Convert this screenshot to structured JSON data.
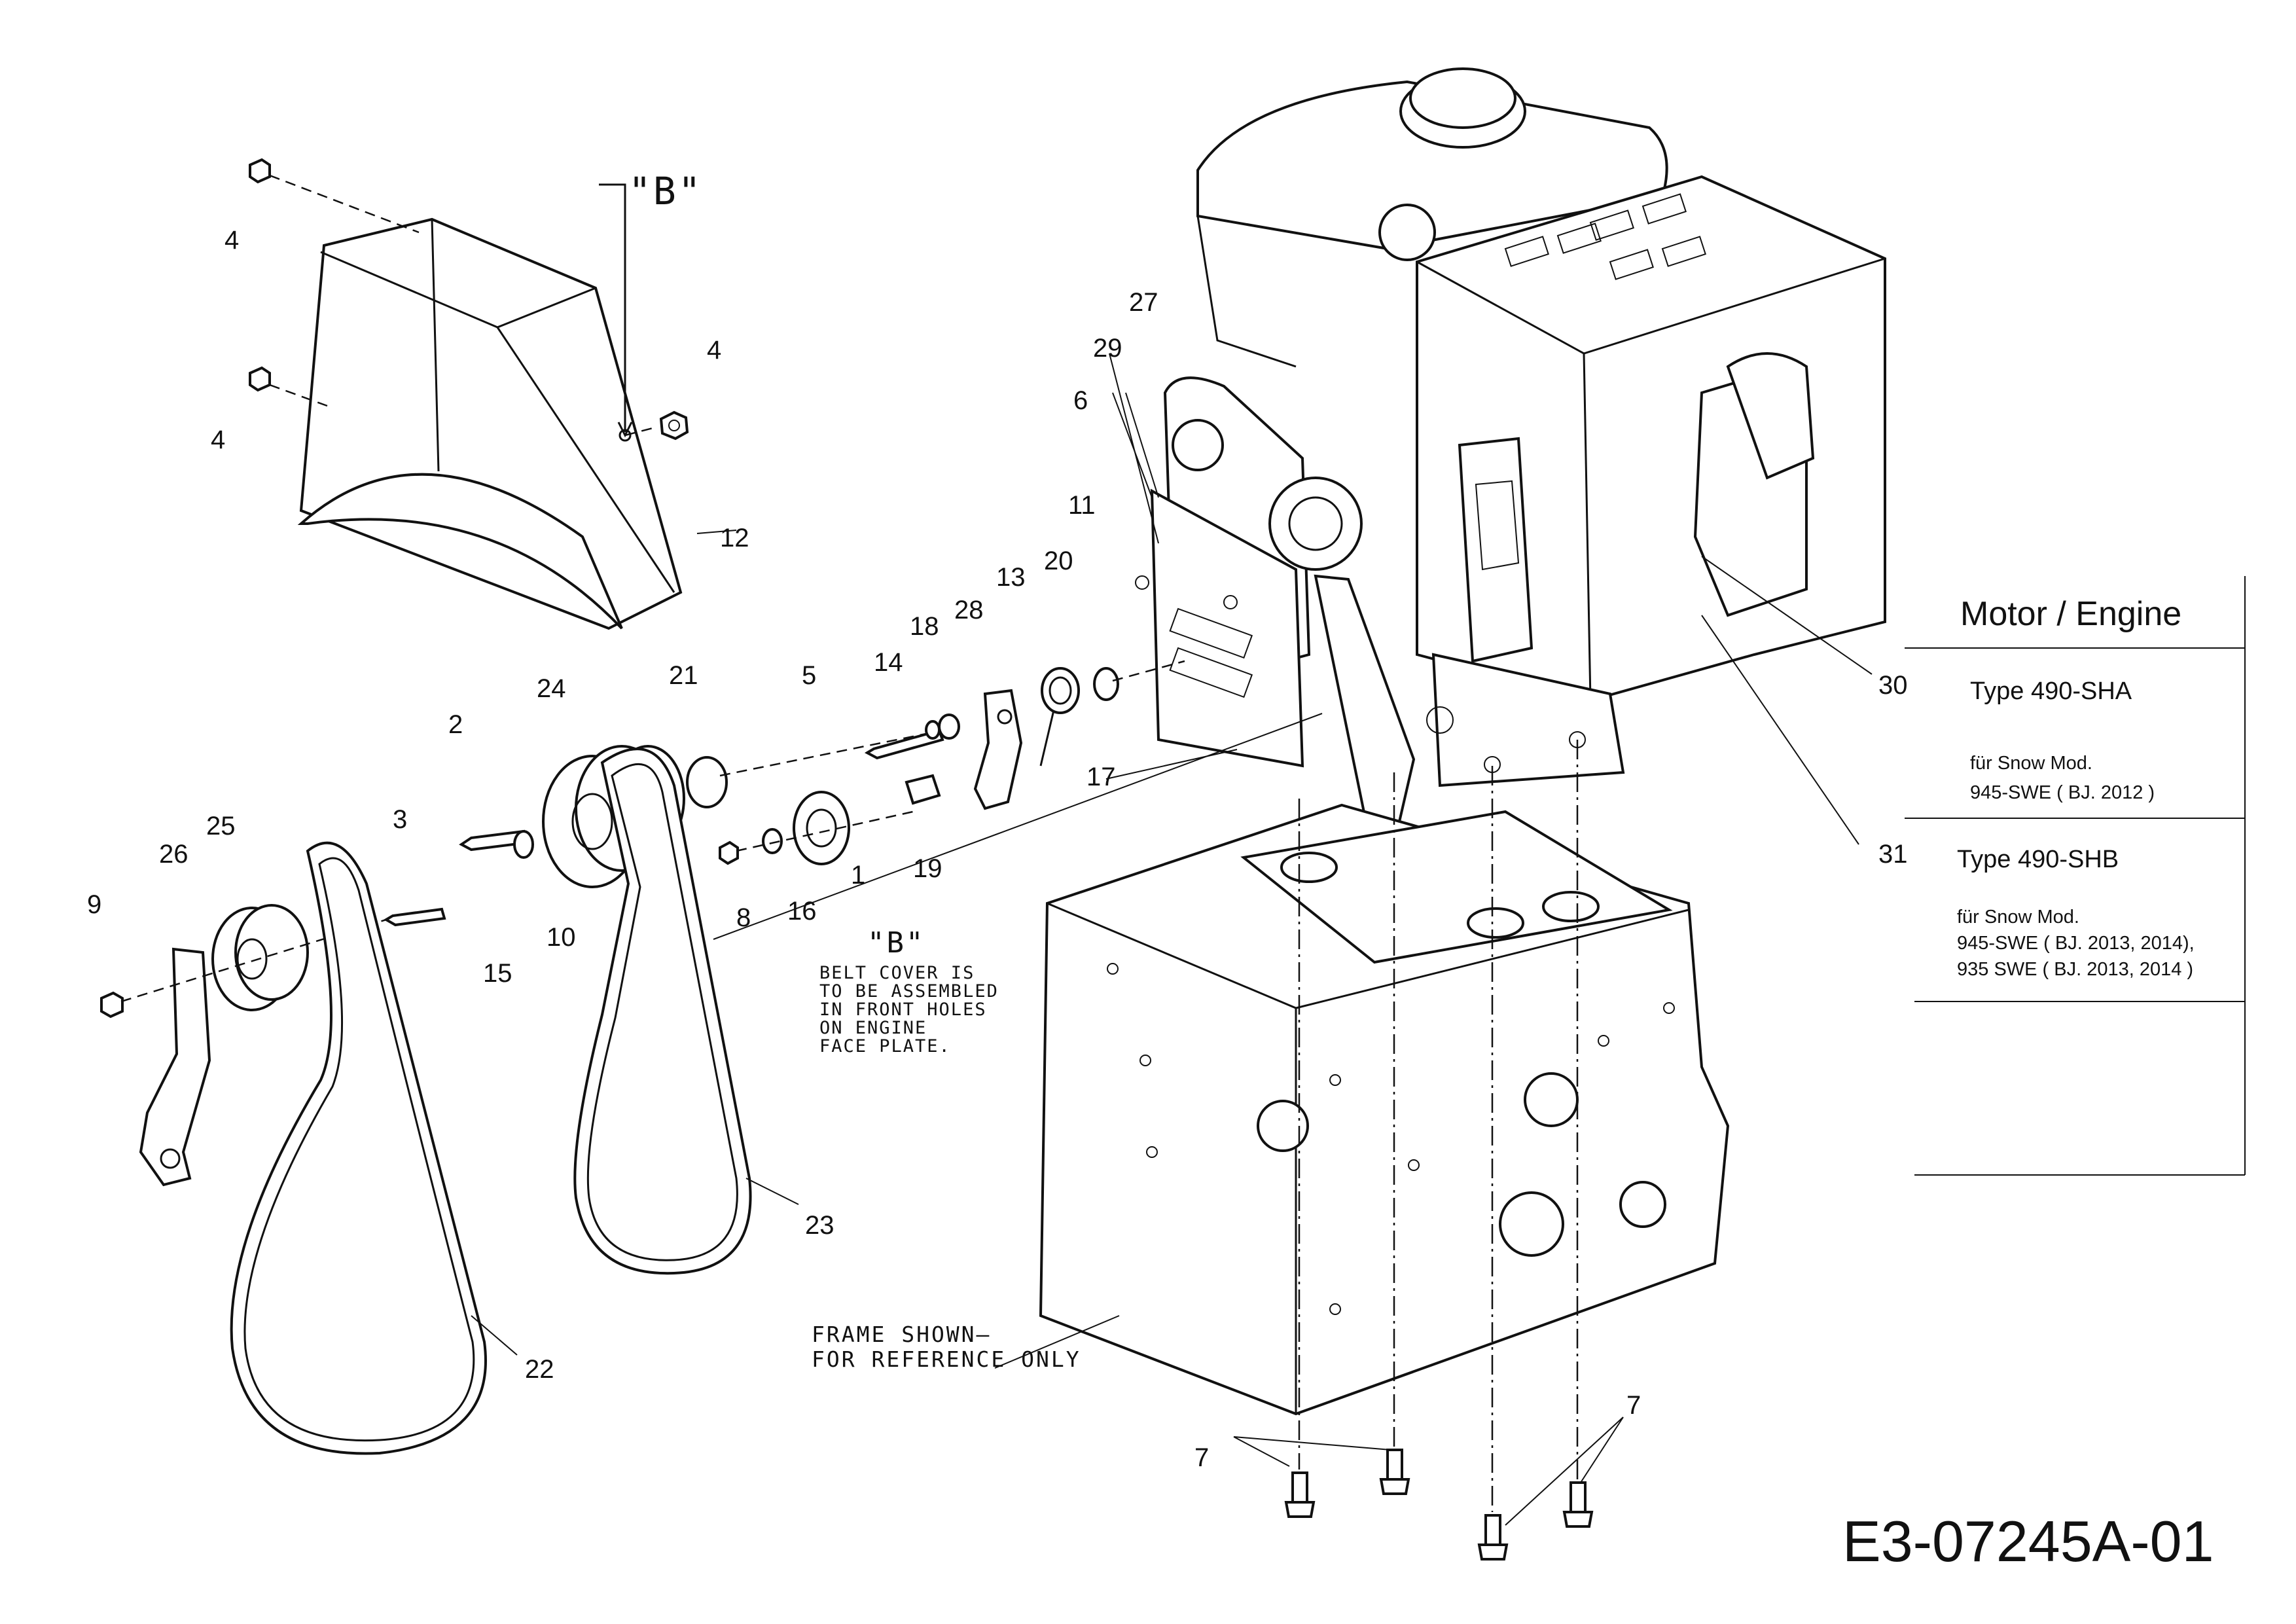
{
  "drawing_id": "E3-07245A-01",
  "callouts": [
    "1",
    "2",
    "3",
    "4",
    "4",
    "4",
    "5",
    "6",
    "7",
    "7",
    "8",
    "9",
    "10",
    "11",
    "12",
    "13",
    "14",
    "15",
    "16",
    "17",
    "18",
    "19",
    "20",
    "21",
    "22",
    "23",
    "24",
    "25",
    "26",
    "27",
    "28",
    "29",
    "30",
    "31"
  ],
  "view_label": "\"B\"",
  "notes": {
    "belt_cover": [
      "BELT COVER IS",
      "TO BE ASSEMBLED",
      "IN FRONT HOLES",
      "ON ENGINE",
      "FACE PLATE."
    ],
    "frame": [
      "FRAME SHOWN—",
      "FOR REFERENCE ONLY"
    ]
  },
  "engine_table": {
    "title": "Motor / Engine",
    "rows": [
      {
        "ref": "30",
        "type": "Type  490-SHA",
        "models": [
          "für Snow Mod.",
          "945-SWE ( BJ. 2012 )"
        ]
      },
      {
        "ref": "31",
        "type": "Type  490-SHB",
        "models": [
          "für Snow Mod.",
          "945-SWE ( BJ. 2013, 2014),",
          "935 SWE ( BJ. 2013, 2014 )"
        ]
      }
    ]
  }
}
